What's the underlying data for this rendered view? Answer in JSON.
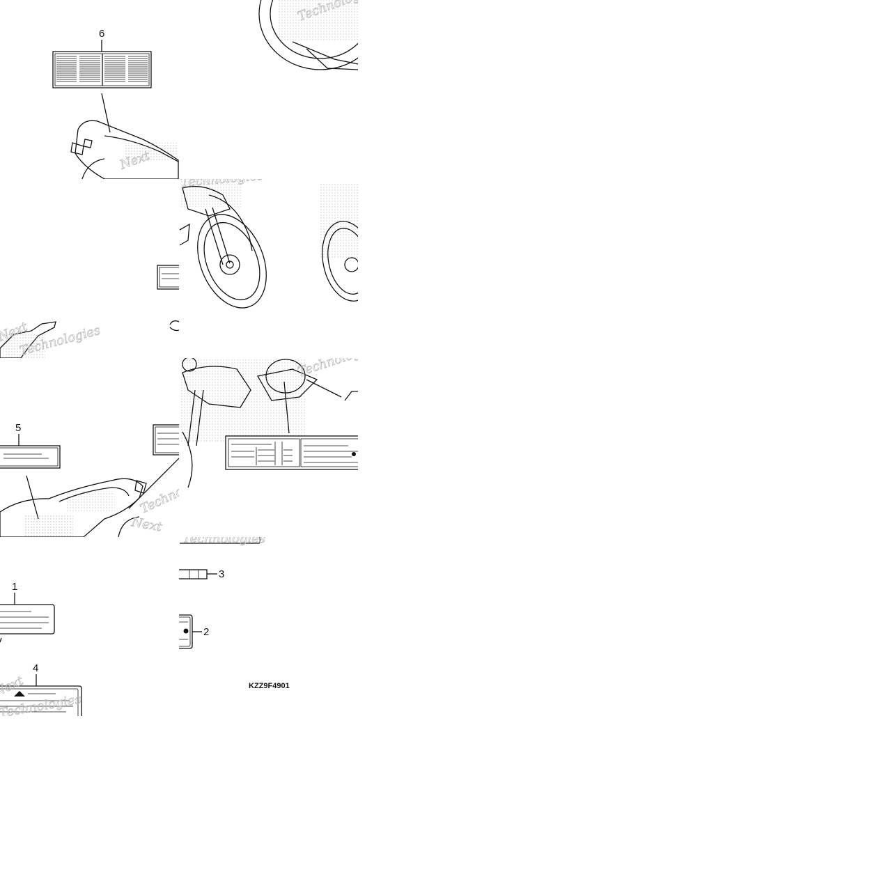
{
  "diagram": {
    "callouts": {
      "c1": "1",
      "c2": "2",
      "c3": "3",
      "c4": "4",
      "c5": "5",
      "c6": "6"
    },
    "part_code": "KZZ9F4901",
    "watermark": {
      "line1": "Next",
      "line2": "Technologies"
    },
    "colors": {
      "ink": "#111111",
      "background": "#ffffff",
      "watermark": "#bdbdbd",
      "dots": "#9a9a9a"
    }
  }
}
